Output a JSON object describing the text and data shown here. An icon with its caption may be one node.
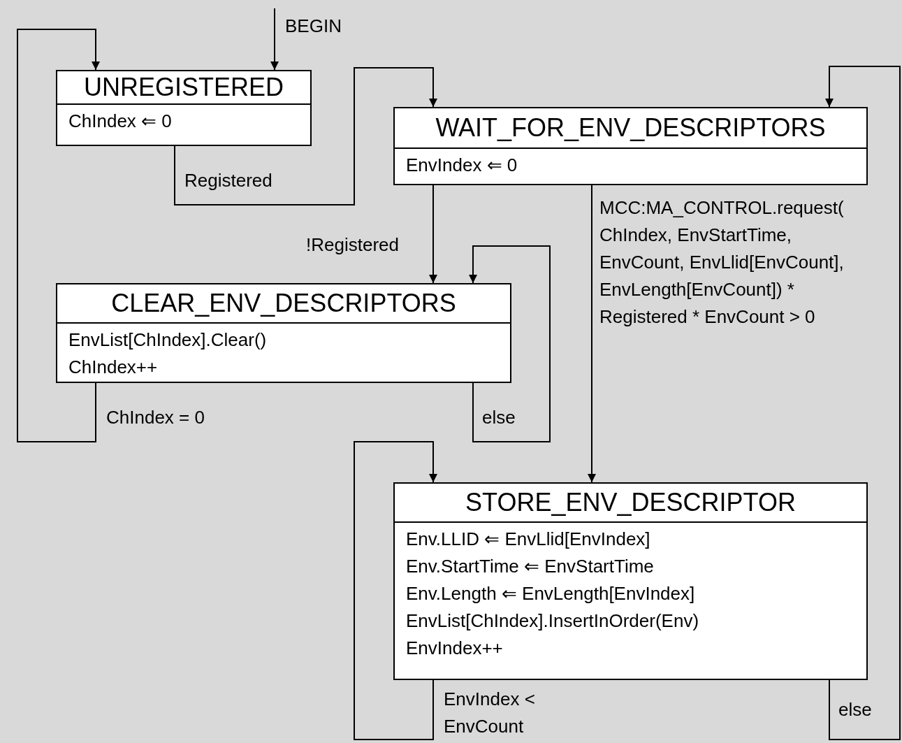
{
  "diagram": {
    "nodes": [
      {
        "text": [
          "UNREGISTERED",
          "ChIndex ⇐ 0"
        ]
      },
      {
        "text": [
          "WAIT_FOR_ENV_DESCRIPTORS",
          "EnvIndex ⇐ 0"
        ]
      },
      {
        "text": [
          "CLEAR_ENV_DESCRIPTORS",
          "EnvList[ChIndex].Clear()",
          "ChIndex++"
        ]
      },
      {
        "text": [
          "STORE_ENV_DESCRIPTOR",
          "Env.LLID ⇐ EnvLlid[EnvIndex]",
          "Env.StartTime ⇐ EnvStartTime",
          "Env.Length ⇐ EnvLength[EnvIndex]",
          "EnvList[ChIndex].InsertInOrder(Env)",
          "EnvIndex++"
        ]
      }
    ],
    "edges": [
      {
        "from": null,
        "to": 0,
        "arrow": "to",
        "label": "BEGIN"
      },
      {
        "from": 0,
        "to": 1,
        "arrow": "to",
        "label": "Registered"
      },
      {
        "from": 1,
        "to": 2,
        "arrow": "to",
        "label": "!Registered"
      },
      {
        "from": 1,
        "to": 3,
        "arrow": "to",
        "label": "MCC:MA_CONTROL.request( ChIndex, EnvStartTime, EnvCount, EnvLlid[EnvCount], EnvLength[EnvCount]) * Registered * EnvCount > 0"
      },
      {
        "from": 2,
        "to": 2,
        "arrow": "to",
        "label": "else"
      },
      {
        "from": 2,
        "to": 0,
        "arrow": "to",
        "label": "ChIndex = 0"
      },
      {
        "from": 3,
        "to": 3,
        "arrow": "to",
        "label": "EnvIndex < EnvCount"
      },
      {
        "from": 3,
        "to": 1,
        "arrow": "to",
        "label": "else"
      }
    ]
  }
}
